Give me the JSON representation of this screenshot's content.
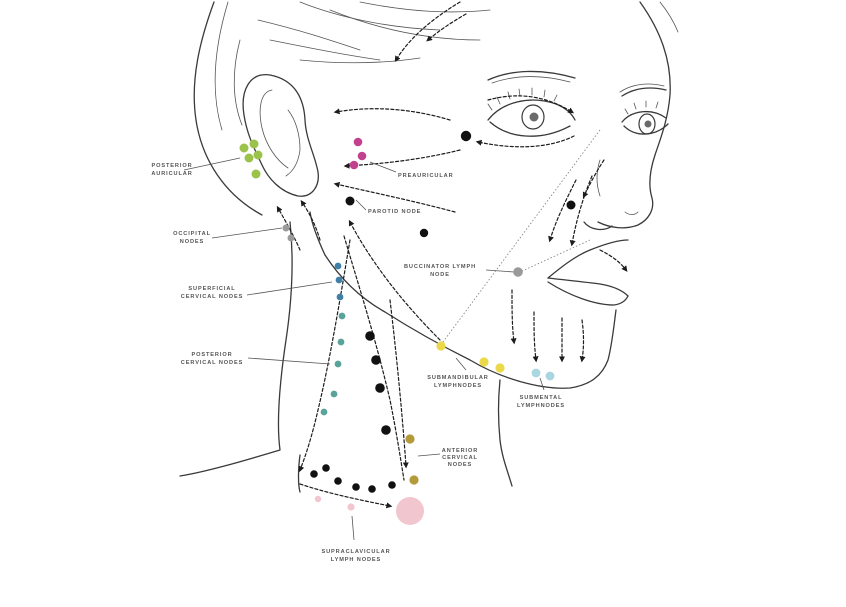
{
  "labels": {
    "posterior_auricular_1": "POSTERIOR",
    "posterior_auricular_2": "AURICULAR",
    "occipital_1": "OCCIPITAL",
    "occipital_2": "NODES",
    "superficial_cervical_1": "SUPERFICIAL",
    "superficial_cervical_2": "CERVICAL NODES",
    "posterior_cervical_1": "POSTERIOR",
    "posterior_cervical_2": "CERVICAL NODES",
    "preauricular": "PREAURICULAR",
    "parotid": "PAROTID NODE",
    "buccinator_1": "BUCCINATOR LYMPH",
    "buccinator_2": "NODE",
    "submandibular_1": "SUBMANDIBULAR",
    "submandibular_2": "LYMPHNODES",
    "submental_1": "SUBMENTAL",
    "submental_2": "LYMPHNODES",
    "anterior_cervical_1": "ANTERIOR",
    "anterior_cervical_2": "CERVICAL",
    "anterior_cervical_3": "NODES",
    "supraclavicular_1": "SUPRACLAVICULAR",
    "supraclavicular_2": "LYMPH NODES"
  },
  "colors": {
    "posterior_auricular": "#9bc24a",
    "occipital": "#9a9a9a",
    "superficial_cervical": "#3f7fa8",
    "posterior_cervical": "#5aa39a",
    "preauricular": "#c2418f",
    "black_nodes": "#111111",
    "buccinator": "#9a9a9a",
    "submandibular": "#ecd94a",
    "submental": "#a9d6e0",
    "anterior_cervical": "#b59a3c",
    "supraclavicular": "#f2c6cf"
  },
  "icons": {
    "flow_arrow": "dashed-arrow-icon",
    "node": "circle-node-icon"
  }
}
